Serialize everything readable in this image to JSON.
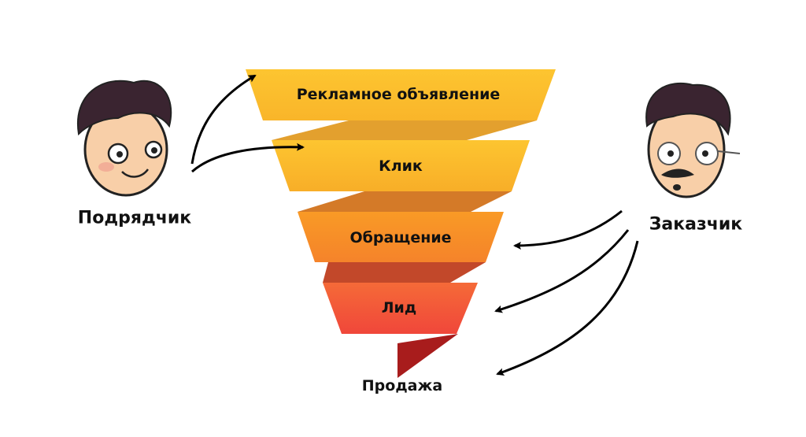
{
  "funnel": {
    "stages": [
      {
        "label": "Рекламное объявление",
        "color": "#fbc02d"
      },
      {
        "label": "Клик",
        "color": "#fbb62b"
      },
      {
        "label": "Обращение",
        "color": "#f7931e"
      },
      {
        "label": "Лид",
        "color": "#f4543a"
      },
      {
        "label": "Продажа",
        "color": "#a81c1c"
      }
    ]
  },
  "people": {
    "contractor": {
      "label": "Подрядчик"
    },
    "customer": {
      "label": "Заказчик"
    }
  }
}
